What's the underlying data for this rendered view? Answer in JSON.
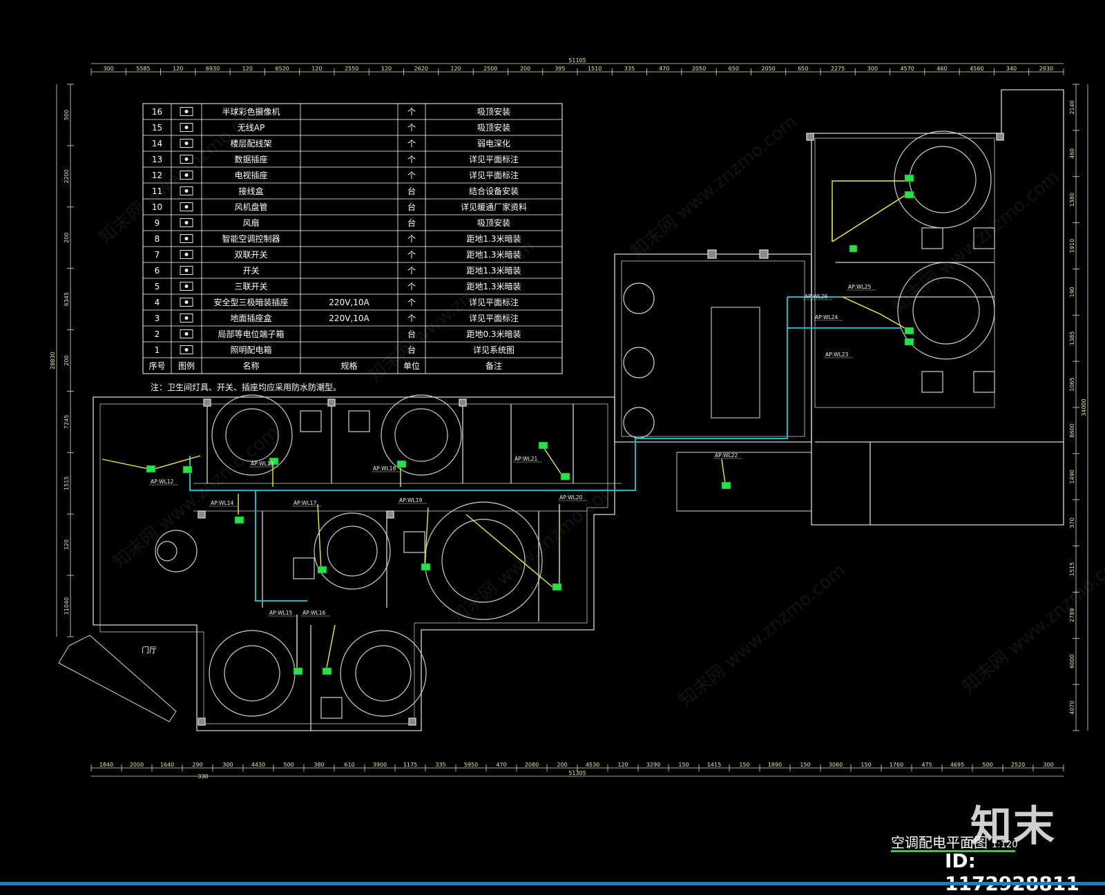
{
  "drawing": {
    "title": "空调配电平面图",
    "scale": "1:120",
    "logo": "知末",
    "image_id": "ID: 1172928811",
    "watermark": "知末网 www.znzmo.com"
  },
  "dimensions": {
    "top_total": "51105",
    "top": [
      "300",
      "5585",
      "120",
      "6930",
      "120",
      "6520",
      "120",
      "2550",
      "120",
      "2620",
      "120",
      "2500",
      "200",
      "395",
      "1510",
      "335",
      "470",
      "2050",
      "650",
      "2050",
      "650",
      "2275",
      "300",
      "4570",
      "460",
      "4560",
      "340",
      "2930"
    ],
    "bottom_total": "51305",
    "bottom": [
      "1840",
      "2000",
      "1640",
      "290",
      "300",
      "4430",
      "500",
      "380",
      "610",
      "3900",
      "1175",
      "335",
      "5950",
      "470",
      "2080",
      "200",
      "4530",
      "120",
      "3290",
      "150",
      "1415",
      "150",
      "1890",
      "150",
      "3060",
      "150",
      "1760",
      "475",
      "4695",
      "500",
      "2520",
      "300"
    ],
    "bottom_extra": "330",
    "left_total": "28830",
    "left": [
      "500",
      "2200",
      "200",
      "6345",
      "200",
      "7245",
      "1515",
      "120",
      "11040"
    ],
    "right_total": "34000",
    "right": [
      "2140",
      "460",
      "1380",
      "1910",
      "190",
      "1385",
      "1065",
      "8600",
      "1490",
      "370",
      "1515",
      "2789",
      "6000",
      "4070"
    ]
  },
  "legend": {
    "headers": {
      "no": "序号",
      "symbol": "图例",
      "name": "名称",
      "spec": "规格",
      "unit": "单位",
      "note": "备注"
    },
    "rows": [
      {
        "no": "16",
        "icon": "dome-camera-icon",
        "name": "半球彩色摄像机",
        "spec": "",
        "unit": "个",
        "note": "吸顶安装"
      },
      {
        "no": "15",
        "icon": "wireless-ap-icon",
        "name": "无线AP",
        "spec": "",
        "unit": "个",
        "note": "吸顶安装"
      },
      {
        "no": "14",
        "icon": "patch-frame-icon",
        "name": "楼层配线架",
        "spec": "",
        "unit": "个",
        "note": "弱电深化"
      },
      {
        "no": "13",
        "icon": "data-socket-icon",
        "name": "数据插座",
        "spec": "",
        "unit": "个",
        "note": "详见平面标注"
      },
      {
        "no": "12",
        "icon": "tv-socket-icon",
        "name": "电视插座",
        "spec": "",
        "unit": "个",
        "note": "详见平面标注"
      },
      {
        "no": "11",
        "icon": "junction-box-icon",
        "name": "接线盒",
        "spec": "",
        "unit": "台",
        "note": "结合设备安装"
      },
      {
        "no": "10",
        "icon": "fan-coil-icon",
        "name": "风机盘管",
        "spec": "",
        "unit": "台",
        "note": "详见暖通厂家资料"
      },
      {
        "no": "9",
        "icon": "fan-icon",
        "name": "风扇",
        "spec": "",
        "unit": "台",
        "note": "吸顶安装"
      },
      {
        "no": "8",
        "icon": "ac-controller-icon",
        "name": "智能空调控制器",
        "spec": "",
        "unit": "个",
        "note": "距地1.3米暗装"
      },
      {
        "no": "7",
        "icon": "double-switch-icon",
        "name": "双联开关",
        "spec": "",
        "unit": "个",
        "note": "距地1.3米暗装"
      },
      {
        "no": "6",
        "icon": "switch-icon",
        "name": "开关",
        "spec": "",
        "unit": "个",
        "note": "距地1.3米暗装"
      },
      {
        "no": "5",
        "icon": "triple-switch-icon",
        "name": "三联开关",
        "spec": "",
        "unit": "个",
        "note": "距地1.3米暗装"
      },
      {
        "no": "4",
        "icon": "safety-socket-icon",
        "name": "安全型三极暗装插座",
        "spec": "220V,10A",
        "unit": "个",
        "note": "详见平面标注"
      },
      {
        "no": "3",
        "icon": "floor-socket-icon",
        "name": "地面插座盒",
        "spec": "220V,10A",
        "unit": "个",
        "note": "详见平面标注"
      },
      {
        "no": "2",
        "icon": "equipotential-box-icon",
        "name": "局部等电位端子箱",
        "spec": "",
        "unit": "台",
        "note": "距地0.3米暗装"
      },
      {
        "no": "1",
        "icon": "lighting-panel-icon",
        "name": "照明配电箱",
        "spec": "",
        "unit": "台",
        "note": "详见系统图"
      }
    ],
    "footnote": "注：卫生间灯具、开关、插座均应采用防水防潮型。"
  },
  "plan": {
    "entrance_label": "门厅",
    "circuits": [
      "AP:WL12",
      "AP:WL13",
      "AP:WL14",
      "AP:WL15",
      "AP:WL16",
      "AP:WL17",
      "AP:WL18",
      "AP:WL19",
      "AP:WL20",
      "AP:WL21",
      "AP:WL22",
      "AP:WL23",
      "AP:WL24",
      "AP:WL25",
      "AP:WL26"
    ]
  },
  "colors": {
    "background": "#000000",
    "dimension": "#e8e6a0",
    "wall": "#d8d8d8",
    "wiring_yellow": "#f0ee3a",
    "trunk_cyan": "#19b8c8",
    "fan_coil_green": "#27e04a",
    "title_underline": "#19d93c"
  }
}
